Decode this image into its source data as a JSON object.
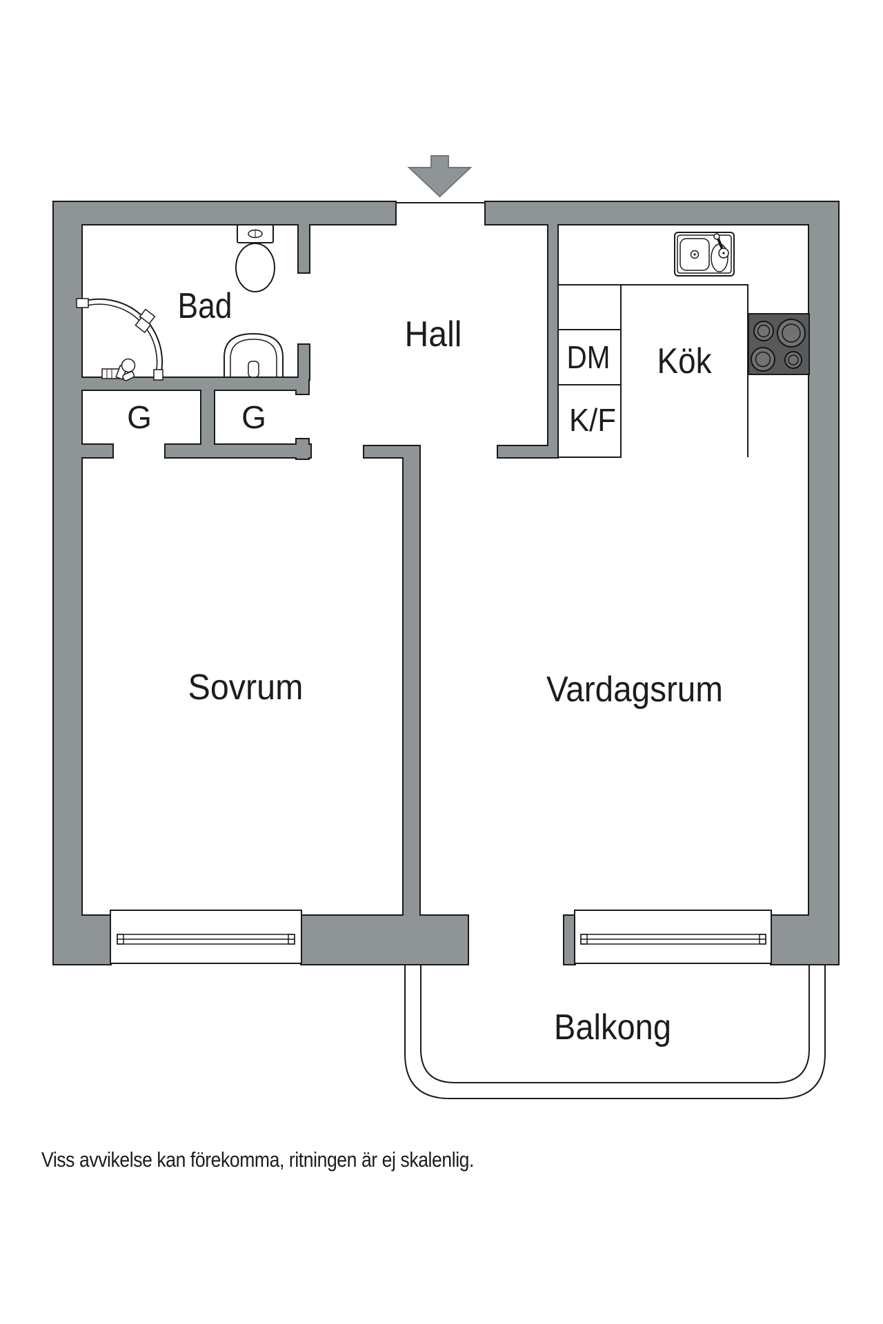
{
  "colors": {
    "wall": "#8f9496",
    "line": "#1a1a1a",
    "stove": "#58595b",
    "burner": "#707274",
    "text": "#1c1c1c",
    "background": "#ffffff"
  },
  "floorplan": {
    "entrance": {
      "icon": "entrance-arrow"
    },
    "rooms": [
      {
        "id": "bad",
        "label": "Bad"
      },
      {
        "id": "hall",
        "label": "Hall"
      },
      {
        "id": "kok",
        "label": "Kök"
      },
      {
        "id": "sovrum",
        "label": "Sovrum"
      },
      {
        "id": "vardagsrum",
        "label": "Vardagsrum"
      },
      {
        "id": "balkong",
        "label": "Balkong"
      }
    ],
    "closets": [
      {
        "label": "G"
      },
      {
        "label": "G"
      }
    ],
    "appliances": [
      {
        "id": "dm",
        "label": "DM"
      },
      {
        "id": "kf",
        "label": "K/F"
      }
    ],
    "fixtures": [
      "toilet",
      "washbasin",
      "shower-door",
      "shower-mixer",
      "kitchen-sink",
      "stove-4-burners"
    ],
    "disclaimer": "Viss avvikelse kan förekomma, ritningen är ej skalenlig."
  }
}
